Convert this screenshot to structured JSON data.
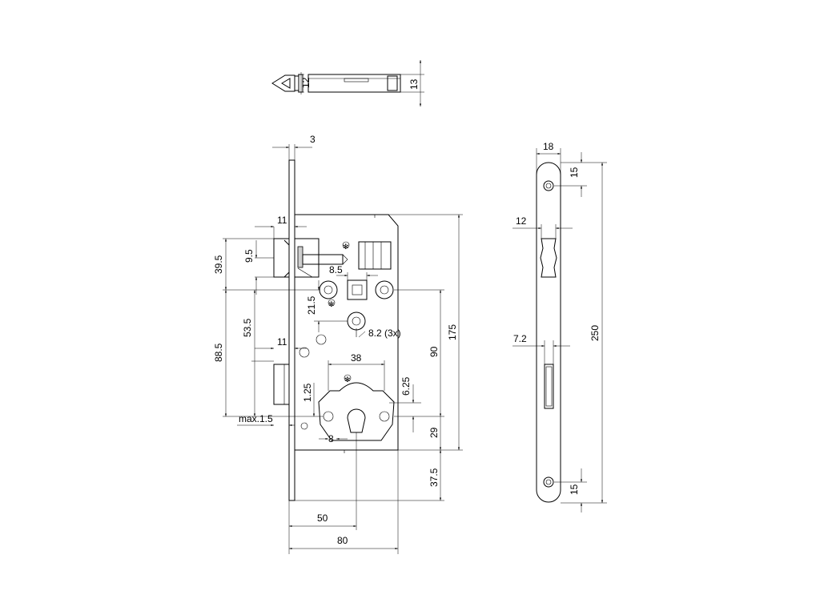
{
  "top_view": {
    "dims": [
      "12",
      "13"
    ]
  },
  "lock_body": {
    "dims": {
      "faceplate_thickness": "3",
      "latch_offset": "11",
      "latch_height": "9.5",
      "latch_to_top": "39.5",
      "square_spindle": "8.5",
      "spindle_to_screw": "21.5",
      "holes": "8.2 (3x)",
      "handle_to_cylinder": "53.5",
      "backset_ref": "11",
      "total_to_cylinder": "88.5",
      "cylinder_width": "38",
      "cylinder_offset": "6.25",
      "cylinder_small": "1.25",
      "max_gap": "max.1.5",
      "cylinder_tail": "8",
      "height_body": "175",
      "handle_center_distance": "90",
      "cylinder_to_bottom": "29",
      "bottom_offset": "37.5",
      "backset": "50",
      "case_width": "80"
    }
  },
  "faceplate": {
    "dims": {
      "width": "18",
      "screw_top": "15",
      "latch_width": "12",
      "total_length": "250",
      "bolt_width": "7.2",
      "screw_bottom": "15"
    }
  }
}
